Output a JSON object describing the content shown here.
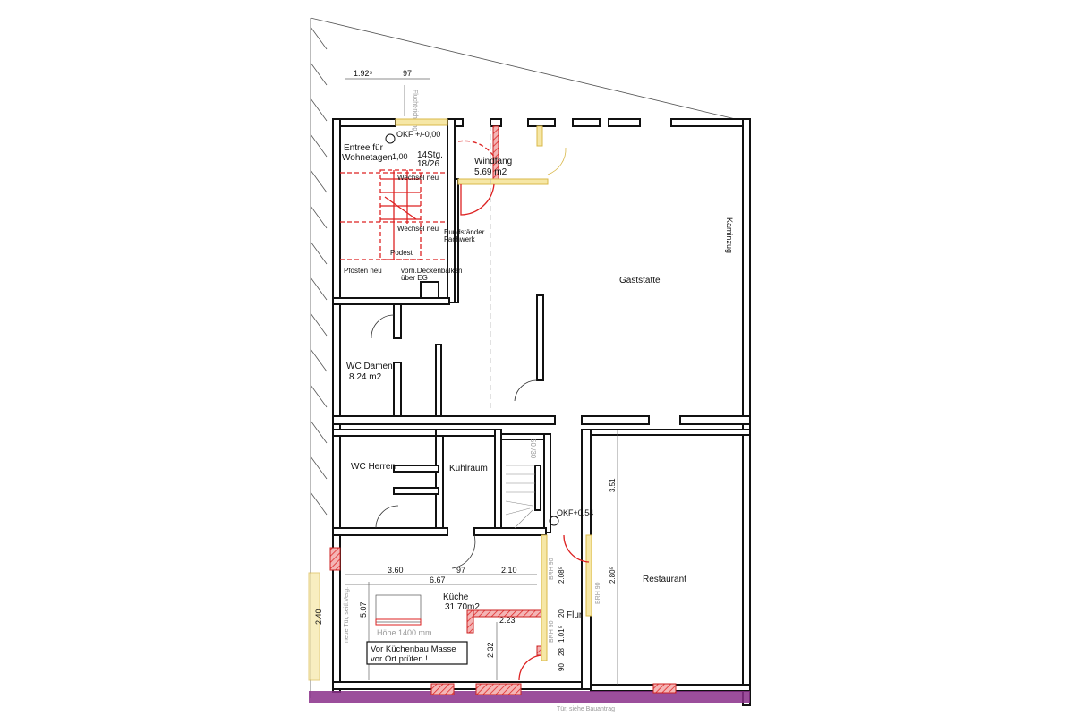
{
  "colors": {
    "walls": "#111111",
    "new_construction": "#d22222",
    "fire_doors": "#d9b84a",
    "boundary": "#8a2f8a"
  },
  "top_dims": {
    "d1": "1.92⁵",
    "d2": "97",
    "escape": "Flucht-richtung"
  },
  "entrance": {
    "okf": "OKF +/-0,00",
    "name_line1": "Entree für",
    "name_line2": "Wohnetagen",
    "dim": "1,00",
    "stairs_line1": "14Stg.",
    "stairs_line2": "18/26",
    "wechsel1": "Wechsel neu",
    "wechsel2": "Wechsel neu",
    "podest": "Podest",
    "bund1": "Bundständer",
    "bund2": "Fachwerk",
    "pfosten": "Pfosten neu",
    "balken1": "vorh.Deckenbalken",
    "balken2": "über EG"
  },
  "windfang": {
    "name": "Windfang",
    "area": "5.69 m2"
  },
  "rooms": {
    "gaststaette": "Gaststätte",
    "kaminzug": "Kaminzug",
    "wc_damen_name": "WC Damen",
    "wc_damen_area": "8.24 m2",
    "wc_herren": "WC Herren",
    "kuehlraum": "Kühlraum",
    "restaurant": "Restaurant",
    "flur": "Flur",
    "kueche_name": "Küche",
    "kueche_area": "31,70m2"
  },
  "stair2": {
    "dim": "50 /30",
    "okf": "OKF+0.54"
  },
  "kitchen_dims": {
    "d360": "3.60",
    "d97": "97",
    "d210": "2.10",
    "d667": "6.67",
    "d507": "5.07",
    "d223": "2.23",
    "d232": "2.32",
    "d240": "2.40",
    "hoehe": "Höhe 1400 mm",
    "door_note": "neue Tür, seitl.Verg."
  },
  "flur_dims": {
    "d208": "2.08⁵",
    "d20": "20",
    "d101": "1.01⁵",
    "d28": "28",
    "d90": "90",
    "brh1": "BRH 90",
    "brh2": "BRH 90",
    "brh3": "BRH 90",
    "d351": "3.51",
    "d280": "2.80⁵"
  },
  "note": {
    "line1": "Vor Küchenbau Masse",
    "line2": "vor Ort prüfen !"
  },
  "bottom": {
    "door_note": "Tür, siehe Bauantrag"
  }
}
